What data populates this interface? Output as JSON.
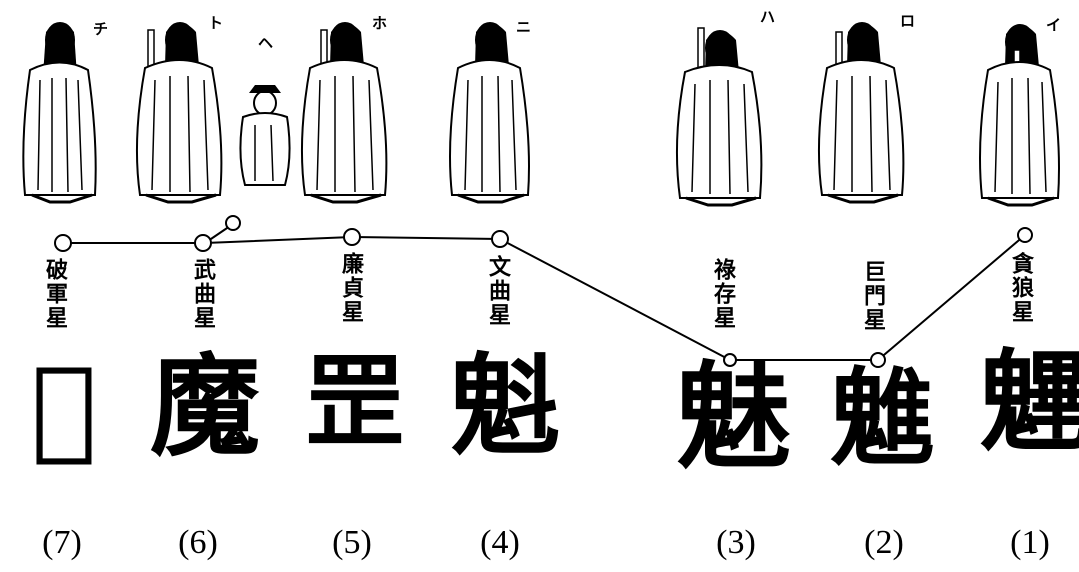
{
  "figures": [
    {
      "kana": "チ"
    },
    {
      "kana": "ト"
    },
    {
      "kana": "ヘ"
    },
    {
      "kana": "ホ"
    },
    {
      "kana": "ニ"
    },
    {
      "kana": "ハ"
    },
    {
      "kana": "ロ"
    },
    {
      "kana": "イ"
    }
  ],
  "stars": [
    {
      "name": "破軍星",
      "glyph": "𤨚",
      "number": "(7)"
    },
    {
      "name": "武曲星",
      "glyph": "魔",
      "number": "(6)"
    },
    {
      "name": "廉貞星",
      "glyph": "罡",
      "number": "(5)"
    },
    {
      "name": "文曲星",
      "glyph": "魁",
      "number": "(4)"
    },
    {
      "name": "祿存星",
      "glyph": "魅",
      "number": "(3)"
    },
    {
      "name": "巨門星",
      "glyph": "魋",
      "number": "(2)"
    },
    {
      "name": "貪狼星",
      "glyph": "魓",
      "number": "(1)"
    }
  ]
}
